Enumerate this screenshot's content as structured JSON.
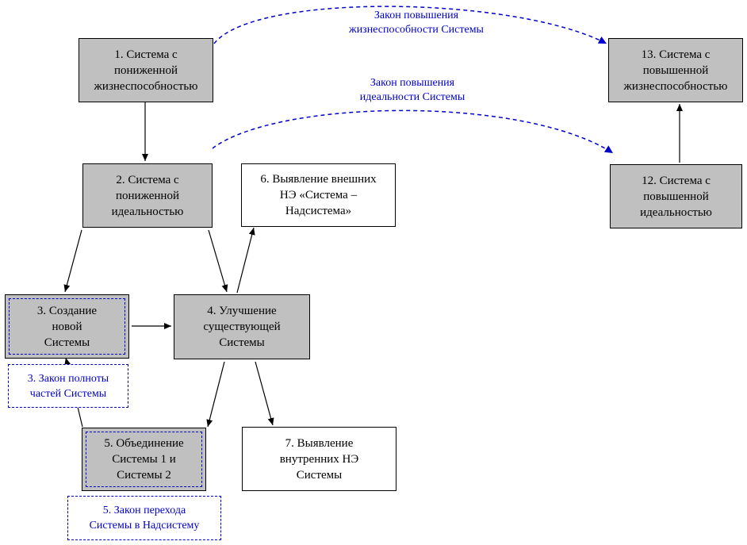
{
  "nodes": {
    "n1": {
      "text": "1. Система с\nпониженной\nжизнеспособностью"
    },
    "n2": {
      "text": "2. Система с\nпониженной\nидеальностью"
    },
    "n3": {
      "text": "3. Создание\nновой\nСистемы"
    },
    "n4": {
      "text": "4. Улучшение\nсуществующей\nСистемы"
    },
    "n5": {
      "text": "5. Объединение\nСистемы 1 и\nСистемы 2"
    },
    "n6": {
      "text": "6. Выявление внешних\nНЭ «Система –\nНадсистема»"
    },
    "n7": {
      "text": "7. Выявление\nвнутренних  НЭ\nСистемы"
    },
    "n12": {
      "text": "12. Система с\nповышенной\nидеальностью"
    },
    "n13": {
      "text": "13. Система с\nповышенной\nжизнеспособностью"
    }
  },
  "laws": {
    "viability": "Закон повышения\nжизнеспособности Системы",
    "ideality": "Закон повышения\nидеальности Системы",
    "completeness": "3. Закон полноты\nчастей Системы",
    "transition": "5. Закон перехода\nСистемы в Надсистему"
  },
  "colors": {
    "box_fill": "#c0c0c0",
    "law_text": "#0000cc",
    "arrow": "#000000"
  }
}
